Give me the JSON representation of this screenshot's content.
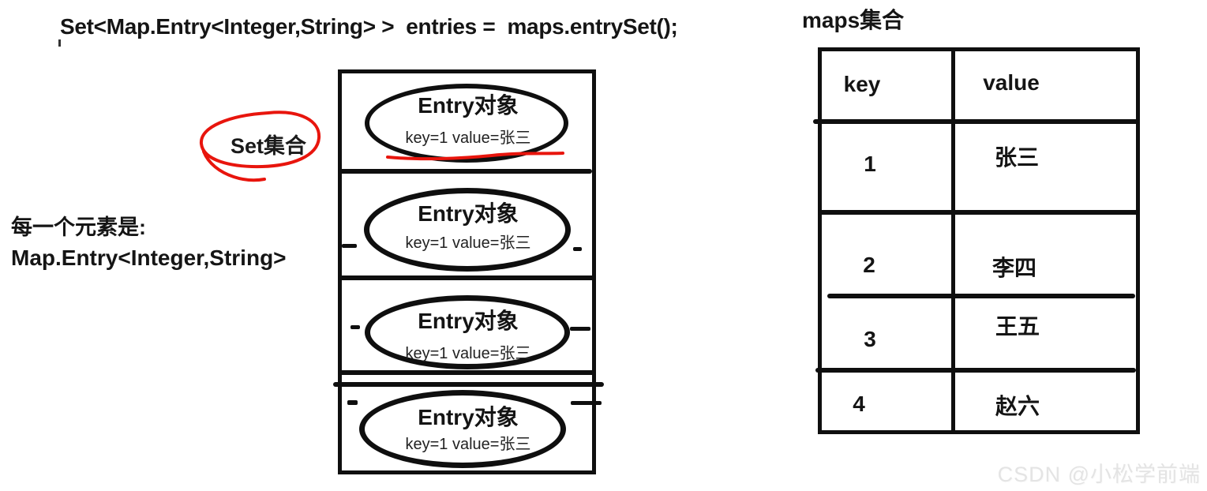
{
  "colors": {
    "ink": "#0f0f0f",
    "annotation_red": "#e8150d",
    "watermark_gray": "#e4e4e4"
  },
  "code_line": "Set<Map.Entry<Integer,String> >  entries =  maps.entrySet();",
  "left_notes": {
    "line1": "每一个元素是:",
    "line2": "Map.Entry<Integer,String>"
  },
  "set_label": "Set集合",
  "maps_label": "maps集合",
  "entry_stack": {
    "cells": [
      {
        "title": "Entry对象",
        "detail": "key=1 value=张三"
      },
      {
        "title": "Entry对象",
        "detail": "key=1 value=张三"
      },
      {
        "title": "Entry对象",
        "detail": "key=1 value=张三"
      },
      {
        "title": "Entry对象",
        "detail": "key=1 value=张三"
      }
    ]
  },
  "maps_table": {
    "headers": [
      "key",
      "value"
    ],
    "rows": [
      {
        "key": "1",
        "value": "张三"
      },
      {
        "key": "2",
        "value": "李四"
      },
      {
        "key": "3",
        "value": "王五"
      },
      {
        "key": "4",
        "value": "赵六"
      }
    ]
  },
  "watermark": "CSDN @小松学前端"
}
